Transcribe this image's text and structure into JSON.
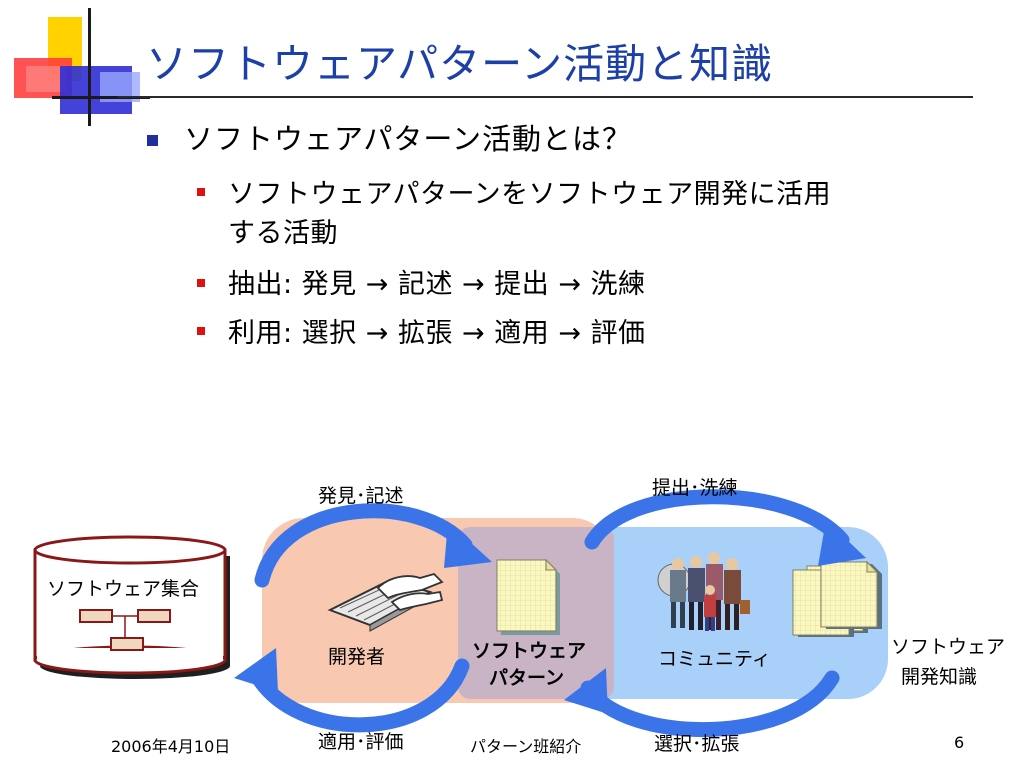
{
  "slide": {
    "title": "ソフトウェアパターン活動と知識",
    "bullet_main": "ソフトウェアパターン活動とは？",
    "bullet_sub1_line1": "ソフトウェアパターンをソフトウェア開発に活用",
    "bullet_sub1_line2": "する活動",
    "bullet_sub2": "抽出: 発見 → 記述 → 提出 → 洗練",
    "bullet_sub3": "利用: 選択 → 拡張 → 適用 → 評価"
  },
  "diagram": {
    "software_set": "ソフトウェア集合",
    "developer": "開発者",
    "pattern_line1": "ソフトウェア",
    "pattern_line2": "パターン",
    "community": "コミュニティ",
    "knowledge_line1": "ソフトウェア",
    "knowledge_line2": "開発知識",
    "arrow_discover": "発見･記述",
    "arrow_submit": "提出･洗練",
    "arrow_apply": "適用･評価",
    "arrow_select": "選択･拡張"
  },
  "footer": {
    "date": "2006年4月10日",
    "center": "パターン班紹介",
    "page": "6"
  },
  "colors": {
    "title": "#1c3fa8",
    "bullet_l1": "#1f2fa0",
    "bullet_l2": "#e01010",
    "arrow": "#3b74e8",
    "developer_area": "#f8c8b0",
    "community_area": "#a8d0f8",
    "pattern_area": "#c8b4c4"
  }
}
